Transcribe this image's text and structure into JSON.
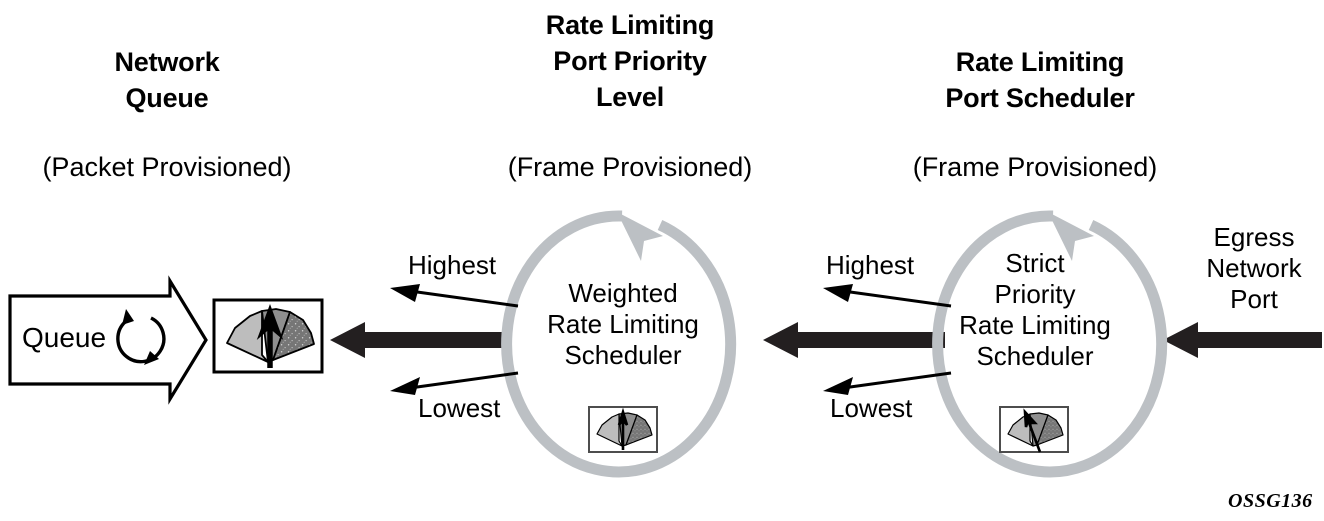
{
  "columns": [
    {
      "id": "network-queue",
      "title": "Network\nQueue",
      "subtitle": "(Packet Provisioned)"
    },
    {
      "id": "rate-limiting-port-priority-level",
      "title": "Rate Limiting\nPort Priority\nLevel",
      "subtitle": "(Frame Provisioned)"
    },
    {
      "id": "rate-limiting-port-scheduler",
      "title": "Rate Limiting\nPort Scheduler",
      "subtitle": "(Frame Provisioned)"
    }
  ],
  "queue": {
    "label": "Queue"
  },
  "schedulers": [
    {
      "id": "weighted-rate-limiting-scheduler",
      "label": "Weighted\nRate Limiting\nScheduler",
      "highest_label": "Highest",
      "lowest_label": "Lowest"
    },
    {
      "id": "strict-priority-rate-limiting-scheduler",
      "label": "Strict\nPriority\nRate Limiting\nScheduler",
      "highest_label": "Highest",
      "lowest_label": "Lowest"
    }
  ],
  "egress": {
    "label": "Egress\nNetwork\nPort"
  },
  "watermark": "OSSG136",
  "colors": {
    "ink": "#000000",
    "ring_gray": "#bcc0c4",
    "gauge_light": "#bdbdbd",
    "gauge_mid": "#8f8f8f",
    "gauge_dark": "#767676",
    "flow_arrow": "#231f20",
    "background": "#ffffff"
  }
}
